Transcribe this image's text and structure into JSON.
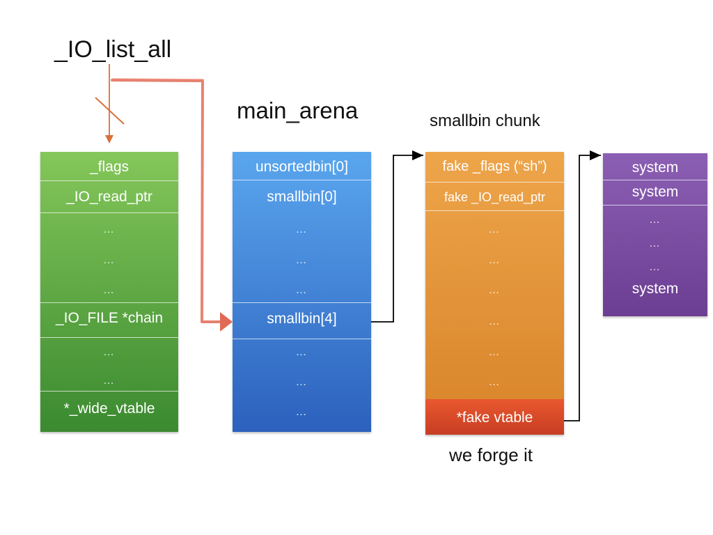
{
  "labels": {
    "io_list_all": "_IO_list_all",
    "main_arena": "main_arena",
    "smallbin_chunk": "smallbin chunk",
    "we_forge_it": "we forge it"
  },
  "io_file": {
    "cells": [
      "_flags",
      "_IO_read_ptr",
      "…",
      "…",
      "…",
      "_IO_FILE *chain",
      "…",
      "…",
      "*_wide_vtable"
    ]
  },
  "main_arena": {
    "cells": [
      "unsortedbin[0]",
      "smallbin[0]",
      "…",
      "…",
      "…",
      "smallbin[4]",
      "…",
      "…",
      "…"
    ]
  },
  "fake_chunk": {
    "cells": [
      "fake _flags (“sh”)",
      "fake _IO_read_ptr",
      "…",
      "…",
      "…",
      "…",
      "…",
      "…",
      "*fake vtable"
    ]
  },
  "vtable": {
    "cells": [
      "system",
      "system",
      "…",
      "…",
      "…",
      "system"
    ]
  },
  "colors": {
    "io_file": "#5aa944",
    "main_arena": "#3b7fd6",
    "fake_chunk": "#e3913a",
    "fake_vtable": "#dc4a2a",
    "vtable": "#7b4fa3",
    "pointer_arrow": "#e06a55",
    "list_arrow": "#d9703a"
  }
}
